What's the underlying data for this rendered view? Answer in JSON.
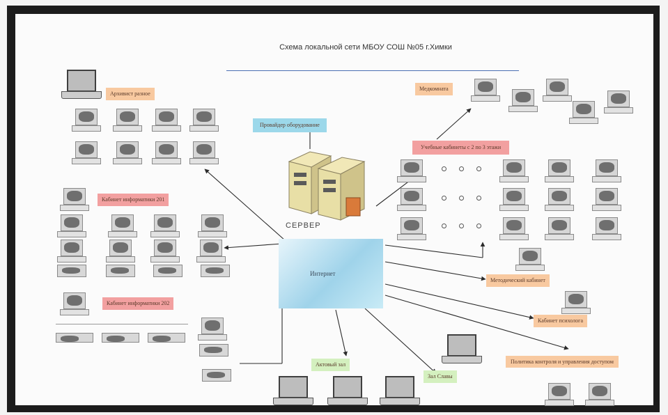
{
  "title": "Схема локальной сети МБОУ СОШ №05 г.Химки",
  "labels": {
    "archive": "Архивист разное",
    "medkabinet": "Медкомната",
    "provider": "Провайдер оборудование",
    "classes": "Учебные кабинеты с 2 по 3 этажи",
    "informatics_201": "Кабинет информатики 201",
    "informatics_202": "Кабинет информатики 202",
    "cloud": "Интернет",
    "server": "СЕРВЕР",
    "methodical": "Методический кабинет",
    "psychologist": "Кабинет психолога",
    "admin": "Политика контроля и управления доступом",
    "hall": "Актовый зал",
    "gym": "Зал Славы"
  },
  "colors": {
    "orange": "#f8c9a0",
    "pink": "#f2a0a0",
    "blue": "#9cd8ea",
    "green": "#d4f0bf",
    "frame": "#1c1c1c",
    "rule": "#4a6fb3"
  }
}
